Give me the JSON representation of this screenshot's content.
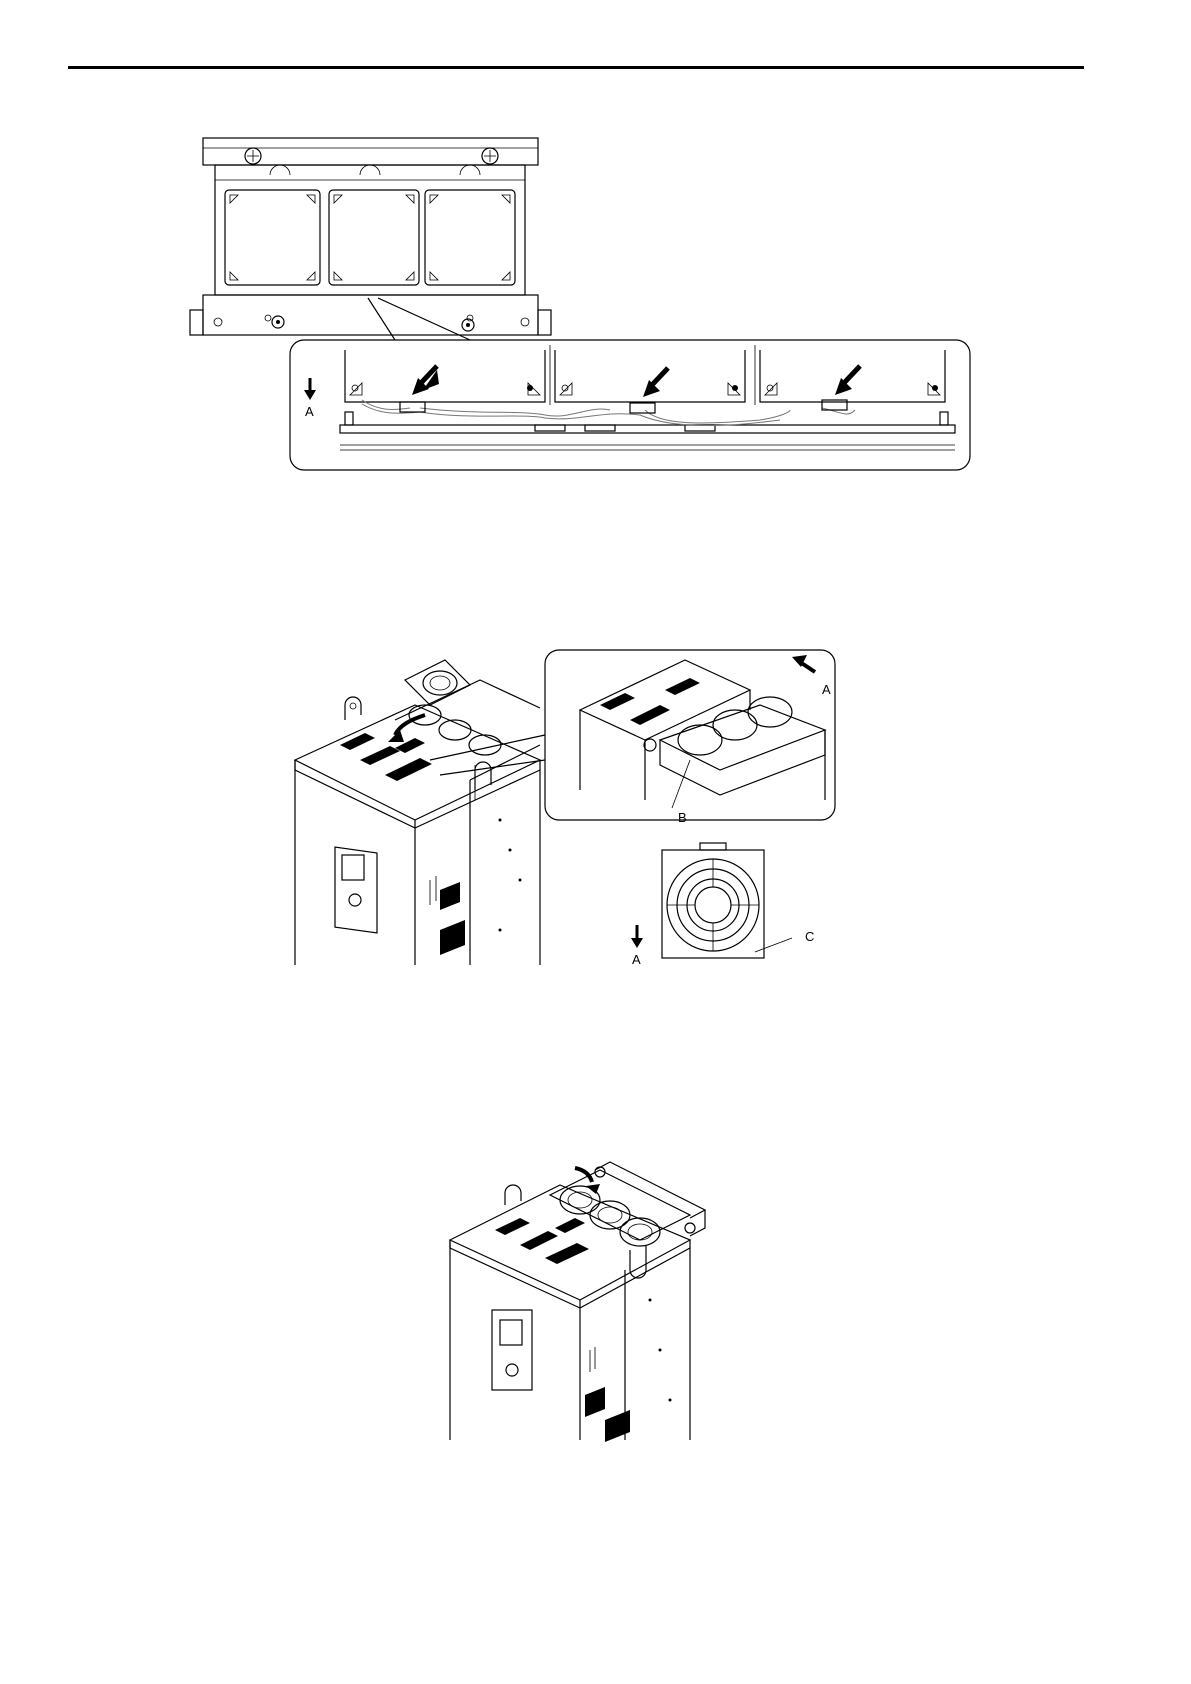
{
  "figures": [
    {
      "id": "fan-connectors",
      "labels": {
        "a": "A"
      }
    },
    {
      "id": "fan-removal",
      "labels": {
        "a_inset": "A",
        "b": "B",
        "a_bottom": "A",
        "c": "C"
      }
    },
    {
      "id": "fan-installed",
      "labels": {}
    }
  ],
  "colors": {
    "line": "#000000",
    "background": "#ffffff",
    "wire": "#777777"
  }
}
